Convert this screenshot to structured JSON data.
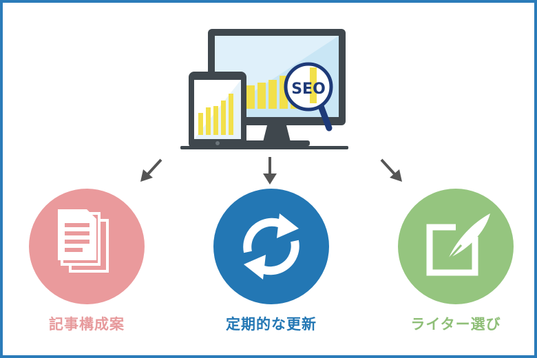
{
  "hero": {
    "magnifier_text": "SEO",
    "icon": "devices-seo-chart-icon"
  },
  "items": [
    {
      "label": "記事構成案",
      "icon": "document-stack-icon",
      "color": "#ea9a9c"
    },
    {
      "label": "定期的な更新",
      "icon": "refresh-cycle-icon",
      "color": "#2377b4"
    },
    {
      "label": "ライター選び",
      "icon": "pen-edit-icon",
      "color": "#95c57f"
    }
  ],
  "colors": {
    "frame": "#2b7bb9",
    "arrow": "#555555",
    "bars": "#f2e04a",
    "device": "#3f474d"
  }
}
